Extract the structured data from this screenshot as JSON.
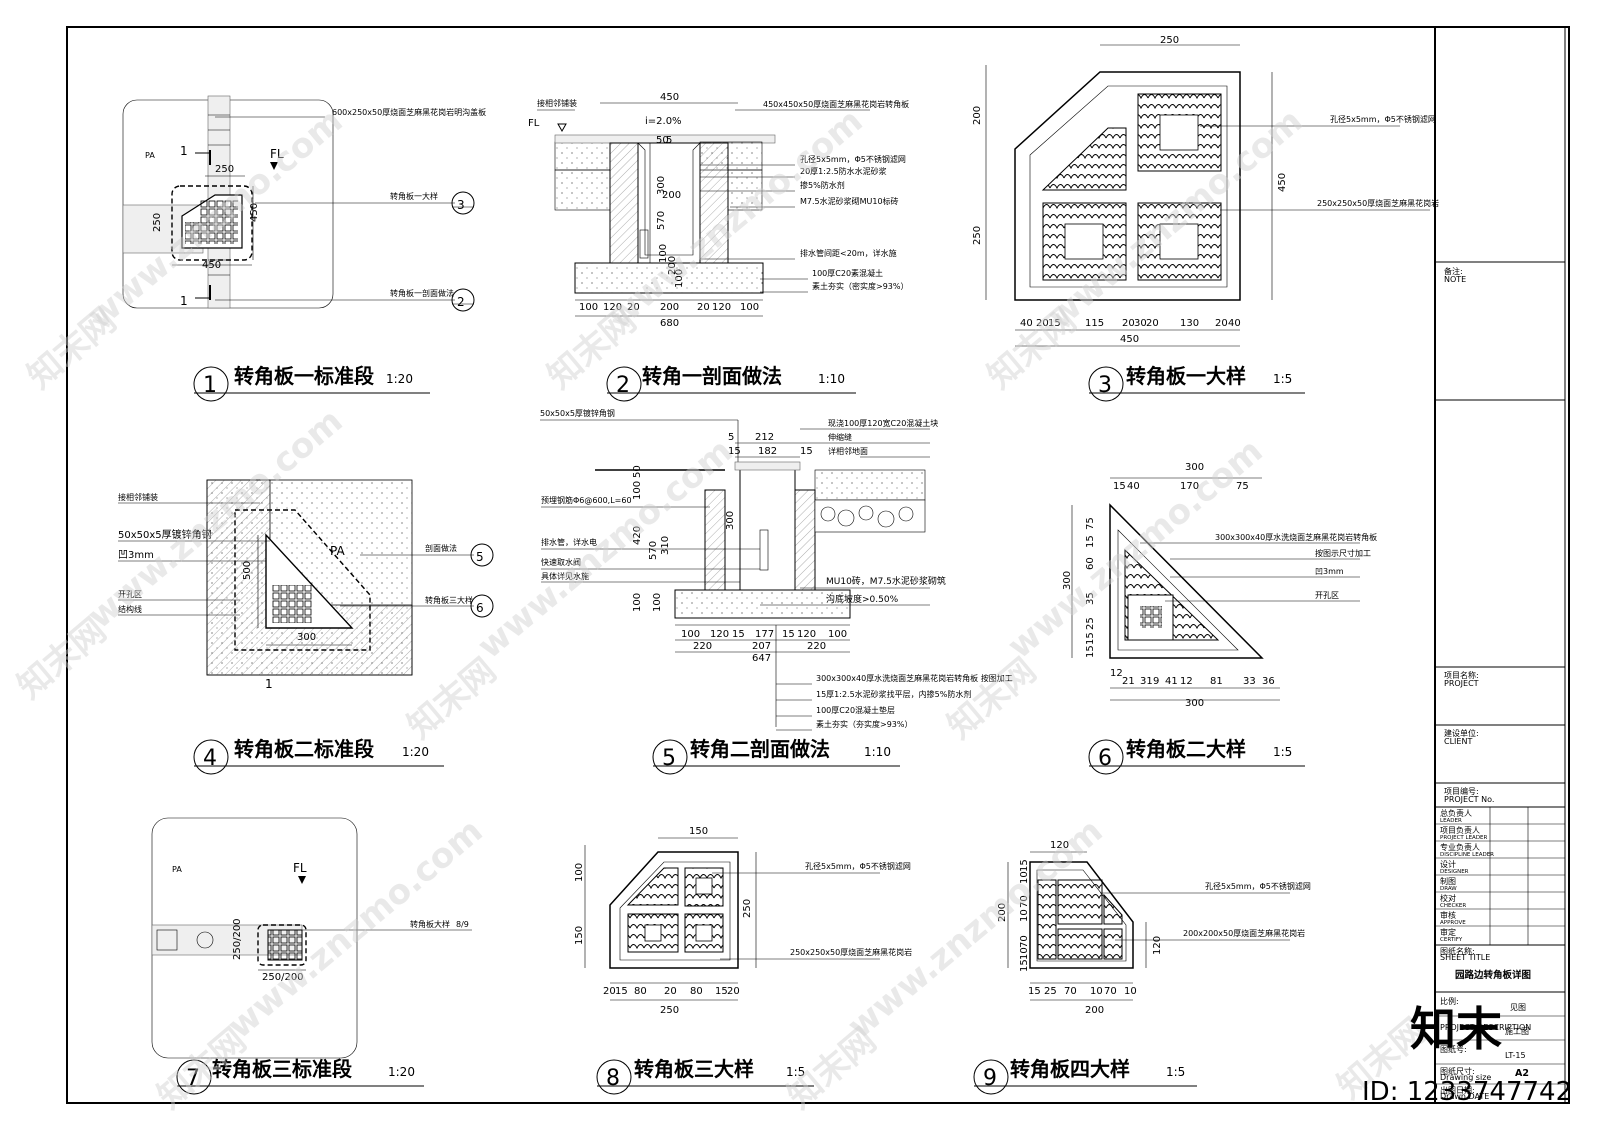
{
  "titles": [
    {
      "num": "1",
      "text": "转角板一标准段",
      "scale": "1:20"
    },
    {
      "num": "2",
      "text": "转角一剖面做法",
      "scale": "1:10"
    },
    {
      "num": "3",
      "text": "转角板一大样",
      "scale": "1:5"
    },
    {
      "num": "4",
      "text": "转角板二标准段",
      "scale": "1:20"
    },
    {
      "num": "5",
      "text": "转角二剖面做法",
      "scale": "1:10"
    },
    {
      "num": "6",
      "text": "转角板二大样",
      "scale": "1:5"
    },
    {
      "num": "7",
      "text": "转角板三标准段",
      "scale": "1:20"
    },
    {
      "num": "8",
      "text": "转角板三大样",
      "scale": "1:5"
    },
    {
      "num": "9",
      "text": "转角板四大样",
      "scale": "1:5"
    }
  ],
  "d1": {
    "note1": "600x250x50厚烧面芝麻黑花岗岩明沟盖板",
    "note2": "转角板一大样",
    "note3": "转角板一剖面做法",
    "pa": "PA",
    "fl": "FL",
    "dim_250": "250",
    "dim_450": "450",
    "cut": "1"
  },
  "d2": {
    "top_label": "接相邻铺装",
    "fl": "FL",
    "slope": "i=2.0%",
    "note1": "450x450x50厚烧面芝麻黑花岗岩转角板",
    "note2": "孔径5x5mm，Φ5不锈钢滤网",
    "note3": "20厚1:2.5防水水泥砂浆",
    "note4": "掺5%防水剂",
    "note5": "M7.5水泥砂浆砌MU10标砖",
    "note6": "排水管间距<20m，详水施",
    "note7": "100厚C20素混凝土",
    "note8": "素土夯实（密实度>93%）",
    "dim_top": "450",
    "dim_50": "50",
    "dim_5": "5",
    "v1": "300",
    "v2": "200",
    "v3": "570",
    "v4": "100",
    "v5": "200",
    "v6": "100",
    "b1": "100",
    "b2": "120",
    "b3": "20",
    "b4": "200",
    "b5": "20",
    "b6": "120",
    "b7": "100",
    "total": "680"
  },
  "d3": {
    "note1": "孔径5x5mm，Φ5不锈钢滤网",
    "note2": "250x250x50厚烧面芝麻黑花岗岩",
    "top": "250",
    "right": "450",
    "left1": "200",
    "left2": "250",
    "b1": "40",
    "b2": "20",
    "b3": "15",
    "b4": "115",
    "b5": "20",
    "b6": "30",
    "b7": "20",
    "b8": "130",
    "b9": "20",
    "b10": "40",
    "total": "450"
  },
  "d4": {
    "note1": "接相邻铺装",
    "note2": "50x50x5厚镀锌角钢",
    "note3": "凹3mm",
    "note4": "开孔区",
    "note5": "结构线",
    "note6": "剖面做法",
    "note7": "转角板三大样",
    "pa": "PA",
    "dim_500": "500",
    "dim_300": "300",
    "cut": "1"
  },
  "d5": {
    "top_note": "50x50x5厚镀锌角钢",
    "n1": "现浇100厚120宽C20混凝土块",
    "n2": "伸缩缝",
    "n3": "详相邻地面",
    "n4": "预埋钢筋Φ6@600,L=60",
    "n5": "排水管，详水电",
    "n6": "快速取水阀",
    "n7": "具体详见水施",
    "n8": "MU10砖，M7.5水泥砂浆砌筑",
    "n9": "沟底坡度>0.50%",
    "n10": "300x300x40厚水洗烧面芝麻黑花岗岩转角板  按图加工",
    "n11": "15厚1:2.5水泥砂浆找平层，内掺5%防水剂",
    "n12": "100厚C20混凝土垫层",
    "n13": "素土夯实（夯实度>93%）",
    "t1": "212",
    "t2": "182",
    "t3": "5",
    "t4": "15",
    "t5": "15",
    "v1": "50",
    "v2": "100",
    "v3": "420",
    "v4": "570",
    "v5": "310",
    "v6": "300",
    "v7": "100",
    "v8": "100",
    "b1": "100",
    "b2": "120",
    "b3": "15",
    "b4": "177",
    "b5": "15",
    "b6": "120",
    "b7": "100",
    "c1": "220",
    "c2": "207",
    "c3": "220",
    "total": "647"
  },
  "d6": {
    "note1": "300x300x40厚水洗烧面芝麻黑花岗岩转角板",
    "note2": "按图示尺寸加工",
    "note3": "凹3mm",
    "note4": "开孔区",
    "top": "300",
    "t1": "15",
    "t2": "40",
    "t3": "170",
    "t4": "75",
    "left": "300",
    "l1": "75",
    "l2": "15",
    "l3": "60",
    "l4": "35",
    "l5": "25",
    "l6": "15",
    "l7": "12",
    "l8": "19",
    "b1": "12",
    "b2": "21",
    "b3": "31",
    "b4": "9",
    "b5": "41",
    "b6": "12",
    "b7": "81",
    "b8": "33",
    "b9": "36",
    "total": "300"
  },
  "d7": {
    "pa": "PA",
    "fl": "FL",
    "note": "转角板大样",
    "ref": "8/9",
    "dim1": "250/200",
    "dim2": "250/200"
  },
  "d8": {
    "note1": "孔径5x5mm，Φ5不锈钢滤网",
    "note2": "250x250x50厚烧面芝麻黑花岗岩",
    "top": "150",
    "left1": "100",
    "left2": "150",
    "right": "250",
    "b1": "20",
    "b2": "15",
    "b3": "80",
    "b4": "20",
    "b5": "80",
    "b6": "15",
    "b7": "20",
    "total": "250"
  },
  "d9": {
    "note1": "孔径5x5mm，Φ5不锈钢滤网",
    "note2": "200x200x50厚烧面芝麻黑花岗岩",
    "top": "120",
    "left": "200",
    "right": "120",
    "l1": "15",
    "l2": "10",
    "l3": "70",
    "l4": "10",
    "l5": "70",
    "l6": "10",
    "l7": "15",
    "b1": "15",
    "b2": "25",
    "b3": "70",
    "b4": "10",
    "b5": "70",
    "b6": "10",
    "total": "200"
  },
  "titleblock": {
    "note_cn": "备注:",
    "note_en": "NOTE",
    "project_cn": "项目名称:",
    "project_en": "PROJECT",
    "client_cn": "建设单位:",
    "client_en": "CLIENT",
    "projno_cn": "项目编号:",
    "projno_en": "PROJECT No.",
    "rows": [
      {
        "cn": "总负责人",
        "en": "LEADER"
      },
      {
        "cn": "项目负责人",
        "en": "PROJECT LEADER"
      },
      {
        "cn": "专业负责人",
        "en": "DISCIPLINE LEADER"
      },
      {
        "cn": "设计",
        "en": "DESIGNER"
      },
      {
        "cn": "制图",
        "en": "DRAW"
      },
      {
        "cn": "校对",
        "en": "CHECKER"
      },
      {
        "cn": "审核",
        "en": "APPROVE"
      },
      {
        "cn": "审定",
        "en": "CERTIFY"
      }
    ],
    "sheet_cn": "图纸名称:",
    "sheet_en": "SHEET TITLE",
    "sheet_name": "园路边转角板详图",
    "scale_cn": "比例:",
    "scale_val": "见图",
    "desc_en": "PROJECT DESCRIPTION",
    "desc_val": "施工图",
    "no_cn": "图纸号:",
    "no_val": "LT-15",
    "size_cn": "图纸尺寸:",
    "size_en": "Drawing size",
    "size_val": "A2",
    "date_cn": "出图日期:",
    "date_en": "Drawn DATE"
  },
  "watermark": {
    "brand": "知末",
    "id": "ID: 1233747742",
    "site": "www.znzmo.com",
    "cn": "知末网"
  }
}
